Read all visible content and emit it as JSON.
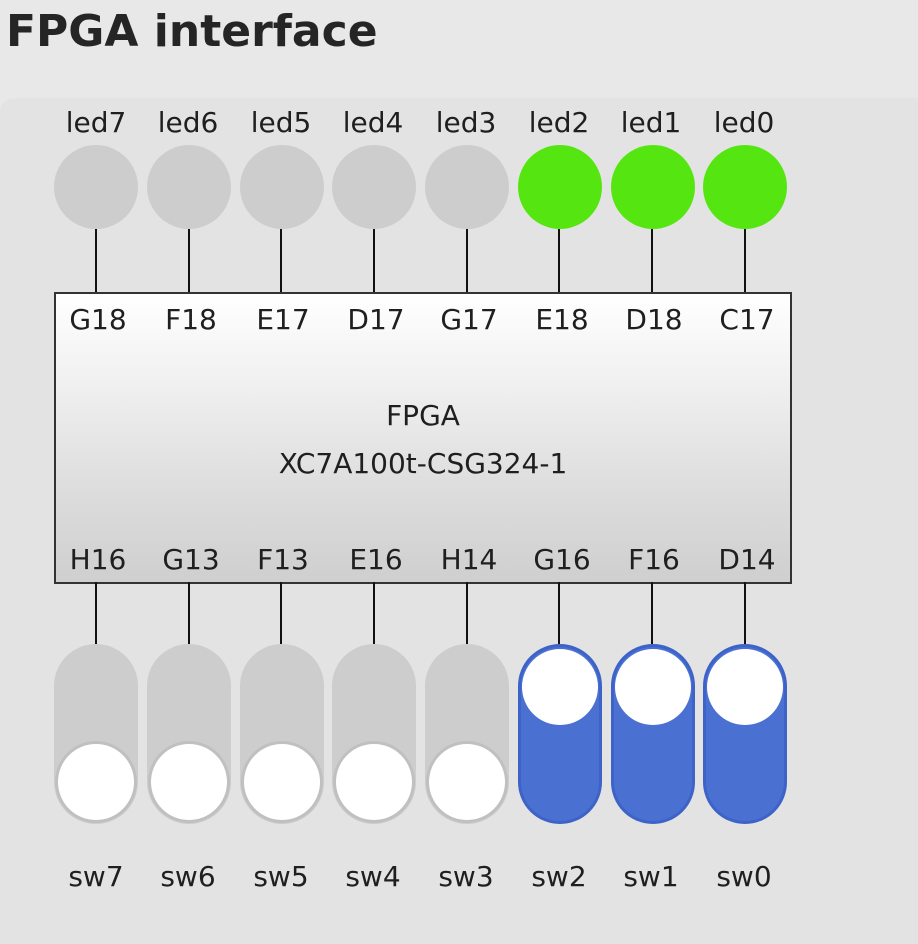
{
  "page": {
    "title": "FPGA interface"
  },
  "fpga": {
    "name": "FPGA",
    "part": "XC7A100t-CSG324-1"
  },
  "leds": [
    {
      "label": "led7",
      "pin": "G18",
      "on": false
    },
    {
      "label": "led6",
      "pin": "F18",
      "on": false
    },
    {
      "label": "led5",
      "pin": "E17",
      "on": false
    },
    {
      "label": "led4",
      "pin": "D17",
      "on": false
    },
    {
      "label": "led3",
      "pin": "G17",
      "on": false
    },
    {
      "label": "led2",
      "pin": "E18",
      "on": true
    },
    {
      "label": "led1",
      "pin": "D18",
      "on": true
    },
    {
      "label": "led0",
      "pin": "C17",
      "on": true
    }
  ],
  "switches": [
    {
      "label": "sw7",
      "pin": "H16",
      "on": false
    },
    {
      "label": "sw6",
      "pin": "G13",
      "on": false
    },
    {
      "label": "sw5",
      "pin": "F13",
      "on": false
    },
    {
      "label": "sw4",
      "pin": "E16",
      "on": false
    },
    {
      "label": "sw3",
      "pin": "H14",
      "on": false
    },
    {
      "label": "sw2",
      "pin": "G16",
      "on": true
    },
    {
      "label": "sw1",
      "pin": "F16",
      "on": true
    },
    {
      "label": "sw0",
      "pin": "D14",
      "on": true
    }
  ],
  "colors": {
    "led_on": "#55e611",
    "led_off": "#cdcdcd",
    "switch_on": "#4a70d2",
    "switch_off": "#cdcdcd"
  }
}
